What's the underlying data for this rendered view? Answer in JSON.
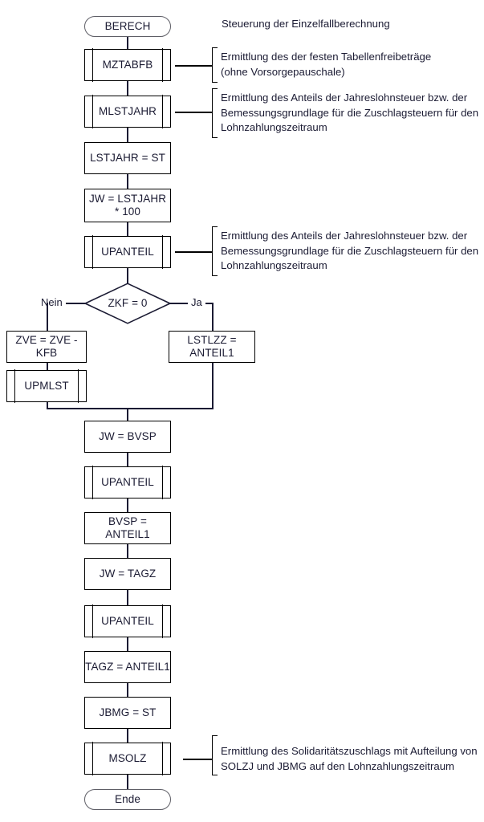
{
  "diagram": {
    "title": "Steuerung der Einzelfallberechnung",
    "nodes": {
      "start": {
        "label": "BERECH",
        "type": "terminator"
      },
      "mztabfb": {
        "label": "MZTABFB",
        "type": "subroutine"
      },
      "mlstjahr": {
        "label": "MLSTJAHR",
        "type": "subroutine"
      },
      "lstjahr_st": {
        "label": "LSTJAHR = ST",
        "type": "process"
      },
      "jw_lstjahr": {
        "label": "JW = LSTJAHR\n* 100",
        "type": "process"
      },
      "upanteil_1": {
        "label": "UPANTEIL",
        "type": "subroutine"
      },
      "zkf": {
        "label": "ZKF = 0",
        "type": "decision"
      },
      "zve_kfb": {
        "label": "ZVE = ZVE -  KFB",
        "type": "process"
      },
      "upmlst": {
        "label": "UPMLST",
        "type": "subroutine"
      },
      "lstlzz": {
        "label": "LSTLZZ = ANTEIL1",
        "type": "process"
      },
      "jw_bvsp": {
        "label": "JW = BVSP",
        "type": "process"
      },
      "upanteil_2": {
        "label": "UPANTEIL",
        "type": "subroutine"
      },
      "bvsp_anteil1": {
        "label": "BVSP = ANTEIL1",
        "type": "process"
      },
      "jw_tagz": {
        "label": "JW = TAGZ",
        "type": "process"
      },
      "upanteil_3": {
        "label": "UPANTEIL",
        "type": "subroutine"
      },
      "tagz_anteil1": {
        "label": "TAGZ = ANTEIL1",
        "type": "process"
      },
      "jbmg_st": {
        "label": "JBMG = ST",
        "type": "process"
      },
      "msolz": {
        "label": "MSOLZ",
        "type": "subroutine"
      },
      "end": {
        "label": "Ende",
        "type": "terminator"
      }
    },
    "branches": {
      "no": "Nein",
      "yes": "Ja"
    },
    "annotations": {
      "a1": "Ermittlung des der festen Tabellenfreibeträge\n(ohne Vorsorgepauschale)",
      "a2": "Ermittlung des Anteils der Jahreslohnsteuer bzw. der\nBemessungsgrundlage für die Zuschlagsteuern für den\nLohnzahlungszeitraum",
      "a3": "Ermittlung des Anteils der Jahreslohnsteuer bzw. der\nBemessungsgrundlage für die Zuschlagsteuern für den\nLohnzahlungszeitraum",
      "a4": "Ermittlung des Solidaritätszuschlags mit Aufteilung von\nSOLZJ und JBMG auf den Lohnzahlungszeitraum"
    },
    "colors": {
      "line": "#1b1b33",
      "text": "#1b1b33",
      "terminator_border": "#5e5e66",
      "box_border": "#000000",
      "background": "#ffffff"
    }
  }
}
